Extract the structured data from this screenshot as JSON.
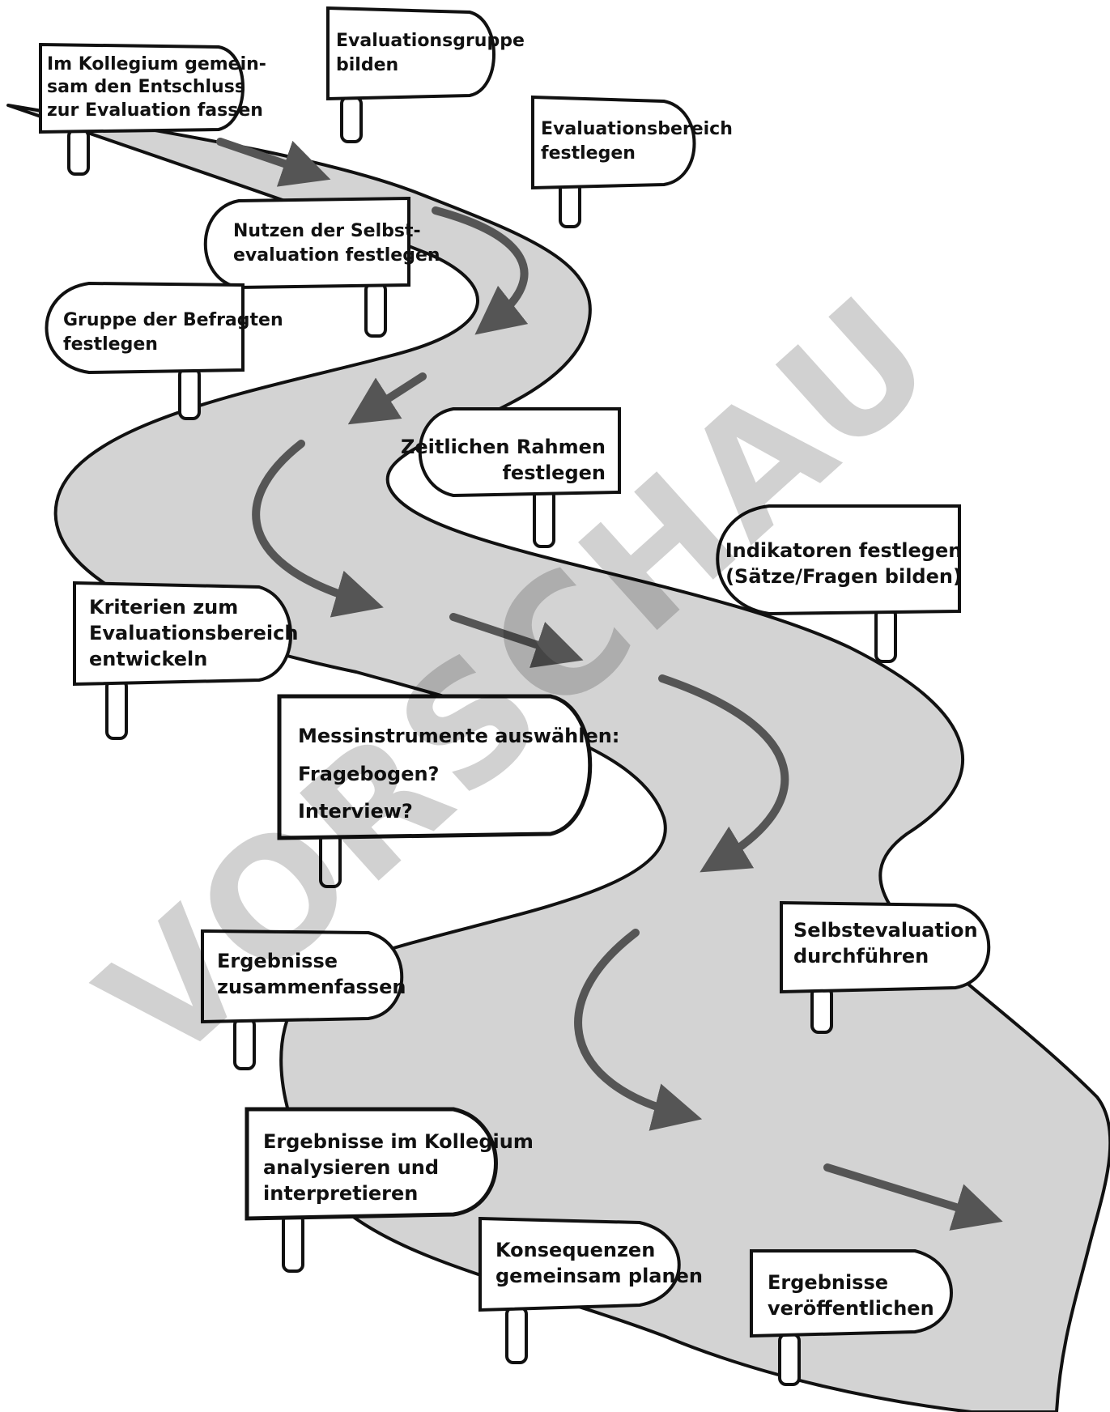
{
  "colors": {
    "road": "#d3d3d3",
    "outline": "#111111",
    "arrow": "#555555",
    "sign": "#ffffff",
    "watermark": "#000000"
  },
  "watermark": "VORSCHAU",
  "signs": [
    {
      "id": "entschluss",
      "lines": [
        "Im Kollegium gemein-",
        "sam den Entschluss",
        "zur Evaluation fassen"
      ]
    },
    {
      "id": "evaluationsgruppe",
      "lines": [
        "Evaluationsgruppe",
        "bilden"
      ]
    },
    {
      "id": "evaluationsbereich",
      "lines": [
        "Evaluationsbereich",
        "festlegen"
      ]
    },
    {
      "id": "nutzen",
      "lines": [
        "Nutzen der Selbst-",
        "evaluation festlegen"
      ]
    },
    {
      "id": "befragte",
      "lines": [
        "Gruppe der Befragten",
        "festlegen"
      ]
    },
    {
      "id": "zeitrahmen",
      "lines": [
        "Zeitlichen Rahmen",
        "festlegen"
      ]
    },
    {
      "id": "indikatoren",
      "lines": [
        "Indikatoren festlegen",
        "(Sätze/Fragen bilden)"
      ]
    },
    {
      "id": "kriterien",
      "lines": [
        "Kriterien zum",
        "Evaluationsbereich",
        "entwickeln"
      ]
    },
    {
      "id": "messinstrumente",
      "lines": [
        "Messinstrumente auswählen:",
        "Fragebogen?",
        "Interview?"
      ]
    },
    {
      "id": "selbstevaluation",
      "lines": [
        "Selbstevaluation",
        "durchführen"
      ]
    },
    {
      "id": "zusammenfassen",
      "lines": [
        "Ergebnisse",
        "zusammenfassen"
      ]
    },
    {
      "id": "analysieren",
      "lines": [
        "Ergebnisse im Kollegium",
        "analysieren und",
        "interpretieren"
      ]
    },
    {
      "id": "konsequenzen",
      "lines": [
        "Konsequenzen",
        "gemeinsam planen"
      ]
    },
    {
      "id": "veroeffentlichen",
      "lines": [
        "Ergebnisse",
        "veröffentlichen"
      ]
    }
  ]
}
